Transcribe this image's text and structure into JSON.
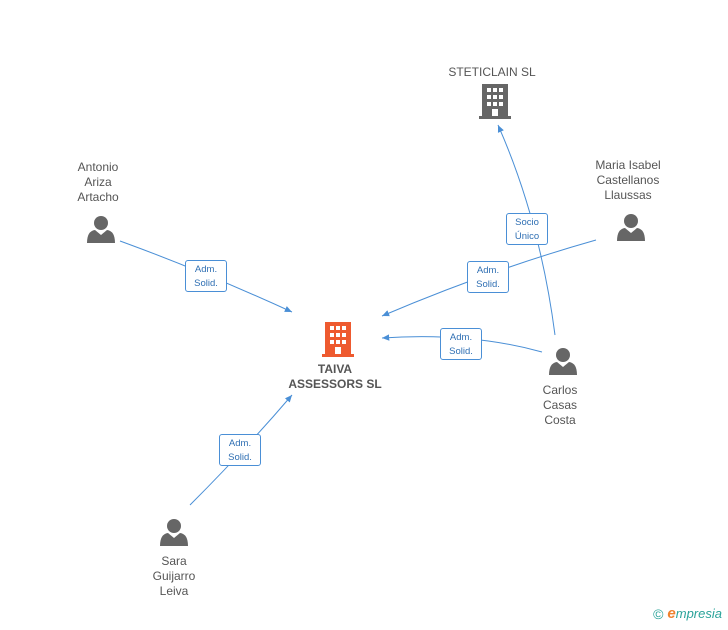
{
  "colors": {
    "edge": "#4a8fd6",
    "person": "#666666",
    "company": "#666666",
    "main_company": "#ee5a2f",
    "label_border": "#4a8fd6",
    "brand_e": "#f0822e",
    "brand_text": "#2aa39a"
  },
  "nodes": {
    "main": {
      "label": "TAIVA\nASSESSORS SL",
      "icon": "building-icon"
    },
    "steticlain": {
      "label": "STETICLAIN SL",
      "icon": "building-icon"
    },
    "antonio": {
      "label": "Antonio\nAriza\nArtacho",
      "icon": "person-icon"
    },
    "maria": {
      "label": "Maria Isabel\nCastellanos\nLlaussas",
      "icon": "person-icon"
    },
    "carlos": {
      "label": "Carlos\nCasas\nCosta",
      "icon": "person-icon"
    },
    "sara": {
      "label": "Sara\nGuijarro\nLeiva",
      "icon": "person-icon"
    }
  },
  "edges": {
    "antonio_main": "Adm.\nSolid.",
    "maria_main": "Adm.\nSolid.",
    "carlos_main": "Adm.\nSolid.",
    "carlos_steticlain": "Socio\nÚnico",
    "sara_main": "Adm.\nSolid."
  },
  "footer": {
    "copyright": "©",
    "brand_first": "e",
    "brand_rest": "mpresia"
  }
}
